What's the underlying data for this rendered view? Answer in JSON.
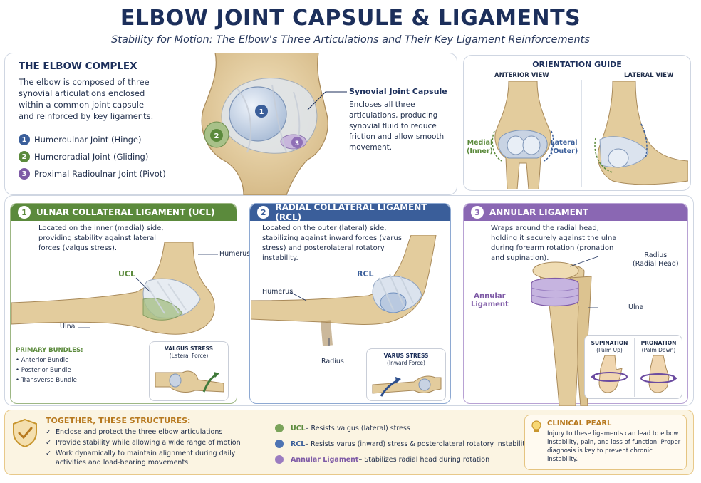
{
  "header": {
    "title": "ELBOW JOINT CAPSULE & LIGAMENTS",
    "subtitle": "Stability for Motion: The Elbow's Three Articulations and Their Key Ligament Reinforcements"
  },
  "colors": {
    "navy": "#1c2f5b",
    "green": "#5b8a3c",
    "blue": "#3a5e9a",
    "purple": "#7e5aa6",
    "gold": "#b7791f"
  },
  "elbow_complex": {
    "title": "THE ELBOW COMPLEX",
    "description": "The elbow is composed of three synovial articulations enclosed within a common joint capsule and reinforced by key ligaments.",
    "joints": [
      {
        "number": "1",
        "label": "Humeroulnar Joint (Hinge)"
      },
      {
        "number": "2",
        "label": "Humeroradial Joint (Gliding)"
      },
      {
        "number": "3",
        "label": "Proximal Radioulnar Joint (Pivot)"
      }
    ]
  },
  "capsule": {
    "title": "Synovial Joint Capsule",
    "description": "Encloses all three articulations, producing synovial fluid to reduce friction and allow smooth movement."
  },
  "orientation": {
    "title": "ORIENTATION GUIDE",
    "anterior_label": "ANTERIOR VIEW",
    "lateral_label": "LATERAL VIEW",
    "medial": "Medial",
    "medial_sub": "(Inner)",
    "lateral": "Lateral",
    "lateral_sub": "(Outer)"
  },
  "ucl": {
    "number": "1",
    "title": "ULNAR COLLATERAL LIGAMENT (UCL)",
    "description": "Located on the inner (medial) side, providing stability against lateral forces (valgus stress).",
    "label": "UCL",
    "humerus": "Humerus",
    "ulna": "Ulna",
    "bundles_title": "PRIMARY BUNDLES:",
    "bundles": [
      "Anterior Bundle",
      "Posterior Bundle",
      "Transverse Bundle"
    ],
    "stress_title": "VALGUS STRESS",
    "stress_sub": "(Lateral Force)"
  },
  "rcl": {
    "number": "2",
    "title": "RADIAL COLLATERAL LIGAMENT (RCL)",
    "description": "Located on the outer (lateral) side, stabilizing against inward forces (varus stress) and posterolateral rotatory instability.",
    "label": "RCL",
    "humerus": "Humerus",
    "radius": "Radius",
    "stress_title": "VARUS STRESS",
    "stress_sub": "(Inward Force)"
  },
  "annular": {
    "number": "3",
    "title": "ANNULAR LIGAMENT",
    "description": "Wraps around the radial head, holding it securely against the ulna during forearm rotation (pronation and supination).",
    "label_line1": "Annular",
    "label_line2": "Ligament",
    "radius": "Radius",
    "radius_sub": "(Radial Head)",
    "ulna": "Ulna",
    "supination": "SUPINATION",
    "supination_sub": "(Palm Up)",
    "pronation": "PRONATION",
    "pronation_sub": "(Palm Down)"
  },
  "together": {
    "title": "TOGETHER, THESE STRUCTURES:",
    "items": [
      "Enclose and protect the three elbow articulations",
      "Provide stability while allowing a wide range of motion",
      "Work dynamically to maintain alignment during daily activities and load-bearing movements"
    ]
  },
  "legend": [
    {
      "name": "UCL",
      "text": " – Resists valgus (lateral) stress",
      "color": "#7aa35a"
    },
    {
      "name": "RCL",
      "text": " – Resists varus (inward) stress & posterolateral rotatory instability",
      "color": "#4e74b3"
    },
    {
      "name": "Annular Ligament",
      "text": " – Stabilizes radial head during rotation",
      "color": "#9b7cc0"
    }
  ],
  "pearl": {
    "title": "CLINICAL PEARL",
    "description": "Injury to these ligaments can lead to elbow instability, pain, and loss of function. Proper diagnosis is key to prevent chronic instability."
  }
}
